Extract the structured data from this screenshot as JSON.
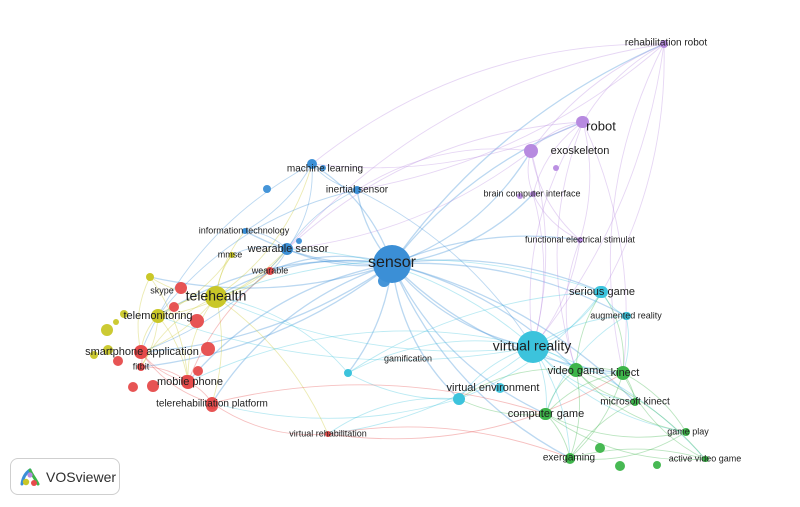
{
  "app": {
    "name": "VOSviewer"
  },
  "colors": {
    "red": "#e64b4b",
    "green": "#3db54a",
    "blue": "#3b8fd6",
    "yellow": "#c9c728",
    "purple": "#b78ae0",
    "cyan": "#3cc3dc"
  },
  "nodes": [
    {
      "id": "rehabilitation-robot",
      "label": "rehabilitation robot",
      "cluster": "purple"
    },
    {
      "id": "robot",
      "label": "robot",
      "cluster": "purple"
    },
    {
      "id": "exoskeleton",
      "label": "exoskeleton",
      "cluster": "purple"
    },
    {
      "id": "brain-computer-interface",
      "label": "brain computer interface",
      "cluster": "purple"
    },
    {
      "id": "functional-electrical-stimulat",
      "label": "functional electrical stimulat",
      "cluster": "purple"
    },
    {
      "id": "machine-learning",
      "label": "machine learning",
      "cluster": "blue"
    },
    {
      "id": "inertial-sensor",
      "label": "inertial sensor",
      "cluster": "blue"
    },
    {
      "id": "information-technology",
      "label": "information technology",
      "cluster": "blue"
    },
    {
      "id": "wearable-sensor",
      "label": "wearable sensor",
      "cluster": "blue"
    },
    {
      "id": "sensor",
      "label": "sensor",
      "cluster": "blue"
    },
    {
      "id": "mmse",
      "label": "mmse",
      "cluster": "yellow"
    },
    {
      "id": "wearable",
      "label": "wearable",
      "cluster": "red"
    },
    {
      "id": "skype",
      "label": "skype",
      "cluster": "yellow"
    },
    {
      "id": "telehealth",
      "label": "telehealth",
      "cluster": "yellow"
    },
    {
      "id": "telemonitoring",
      "label": "telemonitoring",
      "cluster": "yellow"
    },
    {
      "id": "smartphone-application",
      "label": "smartphone application",
      "cluster": "red"
    },
    {
      "id": "fitbit",
      "label": "fitbit",
      "cluster": "red"
    },
    {
      "id": "mobile-phone",
      "label": "mobile phone",
      "cluster": "red"
    },
    {
      "id": "telerehabilitation-platform",
      "label": "telerehabilitation platform",
      "cluster": "red"
    },
    {
      "id": "virtual-rehabilitation",
      "label": "virtual rehabilitation",
      "cluster": "red"
    },
    {
      "id": "gamification",
      "label": "gamification",
      "cluster": "cyan"
    },
    {
      "id": "serious-game",
      "label": "serious game",
      "cluster": "cyan"
    },
    {
      "id": "augmented-reality",
      "label": "augmented reality",
      "cluster": "cyan"
    },
    {
      "id": "virtual-reality",
      "label": "virtual reality",
      "cluster": "cyan"
    },
    {
      "id": "virtual-environment",
      "label": "virtual environment",
      "cluster": "cyan"
    },
    {
      "id": "video-game",
      "label": "video game",
      "cluster": "green"
    },
    {
      "id": "kinect",
      "label": "kinect",
      "cluster": "green"
    },
    {
      "id": "microsoft-kinect",
      "label": "microsoft kinect",
      "cluster": "green"
    },
    {
      "id": "computer-game",
      "label": "computer game",
      "cluster": "green"
    },
    {
      "id": "game-play",
      "label": "game play",
      "cluster": "green"
    },
    {
      "id": "exergaming",
      "label": "exergaming",
      "cluster": "green"
    },
    {
      "id": "active-video-game",
      "label": "active video game",
      "cluster": "green"
    }
  ],
  "links": [
    [
      "sensor",
      "robot"
    ],
    [
      "sensor",
      "exoskeleton"
    ],
    [
      "sensor",
      "rehabilitation-robot"
    ],
    [
      "sensor",
      "virtual-reality"
    ],
    [
      "sensor",
      "wearable-sensor"
    ],
    [
      "sensor",
      "machine-learning"
    ],
    [
      "sensor",
      "inertial-sensor"
    ],
    [
      "sensor",
      "telehealth"
    ],
    [
      "sensor",
      "serious-game"
    ],
    [
      "sensor",
      "virtual-environment"
    ],
    [
      "sensor",
      "video-game"
    ],
    [
      "sensor",
      "brain-computer-interface"
    ],
    [
      "sensor",
      "functional-electrical-stimulat"
    ],
    [
      "sensor",
      "kinect"
    ],
    [
      "sensor",
      "gamification"
    ],
    [
      "sensor",
      "telemonitoring"
    ],
    [
      "sensor",
      "smartphone-application"
    ],
    [
      "sensor",
      "mobile-phone"
    ],
    [
      "sensor",
      "information-technology"
    ],
    [
      "sensor",
      "computer-game"
    ],
    [
      "sensor",
      "augmented-reality"
    ],
    [
      "sensor",
      "wearable"
    ],
    [
      "sensor",
      "microsoft-kinect"
    ],
    [
      "sensor",
      "exergaming"
    ],
    [
      "sensor",
      "fitbit"
    ],
    [
      "sensor",
      "telerehabilitation-platform"
    ],
    [
      "sensor",
      "skype"
    ],
    [
      "robot",
      "exoskeleton"
    ],
    [
      "robot",
      "rehabilitation-robot"
    ],
    [
      "robot",
      "virtual-reality"
    ],
    [
      "robot",
      "functional-electrical-stimulat"
    ],
    [
      "robot",
      "brain-computer-interface"
    ],
    [
      "robot",
      "kinect"
    ],
    [
      "robot",
      "video-game"
    ],
    [
      "robot",
      "machine-learning"
    ],
    [
      "robot",
      "wearable-sensor"
    ],
    [
      "exoskeleton",
      "rehabilitation-robot"
    ],
    [
      "exoskeleton",
      "brain-computer-interface"
    ],
    [
      "exoskeleton",
      "virtual-reality"
    ],
    [
      "exoskeleton",
      "functional-electrical-stimulat"
    ],
    [
      "exoskeleton",
      "wearable-sensor"
    ],
    [
      "exoskeleton",
      "inertial-sensor"
    ],
    [
      "rehabilitation-robot",
      "virtual-reality"
    ],
    [
      "rehabilitation-robot",
      "machine-learning"
    ],
    [
      "rehabilitation-robot",
      "inertial-sensor"
    ],
    [
      "rehabilitation-robot",
      "wearable-sensor"
    ],
    [
      "rehabilitation-robot",
      "serious-game"
    ],
    [
      "rehabilitation-robot",
      "kinect"
    ],
    [
      "brain-computer-interface",
      "virtual-reality"
    ],
    [
      "brain-computer-interface",
      "functional-electrical-stimulat"
    ],
    [
      "functional-electrical-stimulat",
      "virtual-reality"
    ],
    [
      "functional-electrical-stimulat",
      "video-game"
    ],
    [
      "virtual-reality",
      "video-game"
    ],
    [
      "virtual-reality",
      "kinect"
    ],
    [
      "virtual-reality",
      "computer-game"
    ],
    [
      "virtual-reality",
      "serious-game"
    ],
    [
      "virtual-reality",
      "exergaming"
    ],
    [
      "virtual-reality",
      "virtual-environment"
    ],
    [
      "virtual-reality",
      "augmented-reality"
    ],
    [
      "virtual-reality",
      "game-play"
    ],
    [
      "virtual-reality",
      "active-video-game"
    ],
    [
      "virtual-reality",
      "microsoft-kinect"
    ],
    [
      "virtual-reality",
      "telehealth"
    ],
    [
      "virtual-reality",
      "gamification"
    ],
    [
      "virtual-reality",
      "virtual-rehabilitation"
    ],
    [
      "virtual-reality",
      "wearable-sensor"
    ],
    [
      "virtual-reality",
      "telemonitoring"
    ],
    [
      "virtual-reality",
      "mobile-phone"
    ],
    [
      "video-game",
      "kinect"
    ],
    [
      "video-game",
      "computer-game"
    ],
    [
      "video-game",
      "exergaming"
    ],
    [
      "video-game",
      "game-play"
    ],
    [
      "video-game",
      "active-video-game"
    ],
    [
      "video-game",
      "virtual-environment"
    ],
    [
      "video-game",
      "serious-game"
    ],
    [
      "video-game",
      "microsoft-kinect"
    ],
    [
      "kinect",
      "microsoft-kinect"
    ],
    [
      "kinect",
      "computer-game"
    ],
    [
      "kinect",
      "exergaming"
    ],
    [
      "kinect",
      "serious-game"
    ],
    [
      "kinect",
      "game-play"
    ],
    [
      "kinect",
      "active-video-game"
    ],
    [
      "computer-game",
      "exergaming"
    ],
    [
      "computer-game",
      "game-play"
    ],
    [
      "computer-game",
      "virtual-environment"
    ],
    [
      "computer-game",
      "active-video-game"
    ],
    [
      "exergaming",
      "active-video-game"
    ],
    [
      "exergaming",
      "game-play"
    ],
    [
      "exergaming",
      "microsoft-kinect"
    ],
    [
      "serious-game",
      "augmented-reality"
    ],
    [
      "serious-game",
      "virtual-environment"
    ],
    [
      "serious-game",
      "telehealth"
    ],
    [
      "virtual-environment",
      "telerehabilitation-platform"
    ],
    [
      "virtual-environment",
      "virtual-rehabilitation"
    ],
    [
      "virtual-environment",
      "gamification"
    ],
    [
      "telehealth",
      "telemonitoring"
    ],
    [
      "telehealth",
      "smartphone-application"
    ],
    [
      "telehealth",
      "mobile-phone"
    ],
    [
      "telehealth",
      "skype"
    ],
    [
      "telehealth",
      "wearable"
    ],
    [
      "telehealth",
      "mmse"
    ],
    [
      "telehealth",
      "fitbit"
    ],
    [
      "telehealth",
      "telerehabilitation-platform"
    ],
    [
      "telehealth",
      "wearable-sensor"
    ],
    [
      "telehealth",
      "information-technology"
    ],
    [
      "telehealth",
      "machine-learning"
    ],
    [
      "telehealth",
      "virtual-rehabilitation"
    ],
    [
      "telemonitoring",
      "smartphone-application"
    ],
    [
      "telemonitoring",
      "mobile-phone"
    ],
    [
      "telemonitoring",
      "wearable-sensor"
    ],
    [
      "telemonitoring",
      "fitbit"
    ],
    [
      "smartphone-application",
      "mobile-phone"
    ],
    [
      "smartphone-application",
      "fitbit"
    ],
    [
      "smartphone-application",
      "telerehabilitation-platform"
    ],
    [
      "mobile-phone",
      "telerehabilitation-platform"
    ],
    [
      "mobile-phone",
      "fitbit"
    ],
    [
      "mobile-phone",
      "wearable"
    ],
    [
      "telerehabilitation-platform",
      "virtual-rehabilitation"
    ],
    [
      "telerehabilitation-platform",
      "computer-game"
    ],
    [
      "wearable-sensor",
      "machine-learning"
    ],
    [
      "wearable-sensor",
      "inertial-sensor"
    ],
    [
      "wearable-sensor",
      "information-technology"
    ],
    [
      "wearable-sensor",
      "wearable"
    ],
    [
      "wearable-sensor",
      "mmse"
    ],
    [
      "wearable-sensor",
      "smartphone-application"
    ],
    [
      "machine-learning",
      "inertial-sensor"
    ],
    [
      "machine-learning",
      "information-technology"
    ],
    [
      "machine-learning",
      "smartphone-application"
    ],
    [
      "inertial-sensor",
      "virtual-reality"
    ],
    [
      "inertial-sensor",
      "telemonitoring"
    ],
    [
      "virtual-rehabilitation",
      "exergaming"
    ],
    [
      "virtual-rehabilitation",
      "kinect"
    ],
    [
      "gamification",
      "serious-game"
    ],
    [
      "gamification",
      "telehealth"
    ],
    [
      "augmented-reality",
      "kinect"
    ],
    [
      "augmented-reality",
      "computer-game"
    ],
    [
      "skype",
      "mobile-phone"
    ],
    [
      "skype",
      "smartphone-application"
    ],
    [
      "mmse",
      "telemonitoring"
    ]
  ]
}
